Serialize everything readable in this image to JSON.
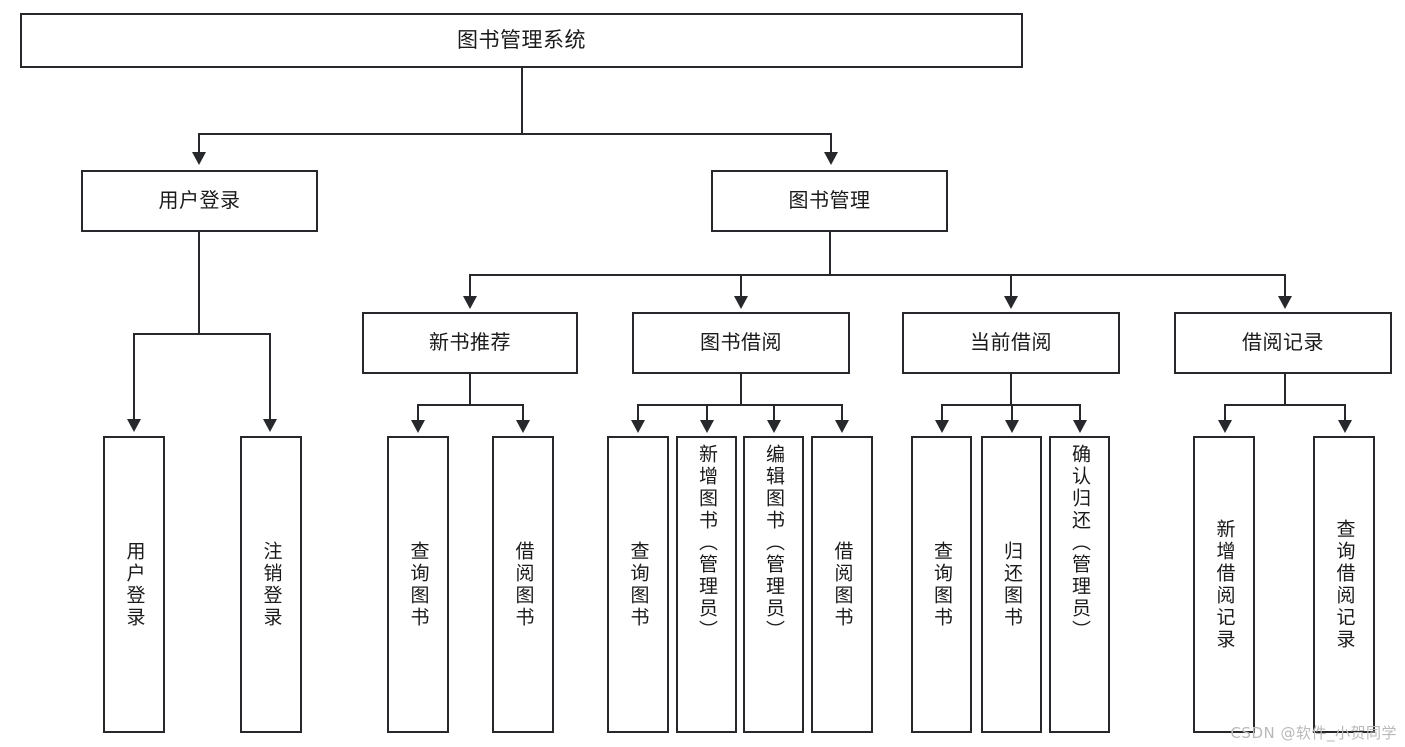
{
  "diagram": {
    "title": "图书管理系统",
    "type": "tree-hierarchy-diagram",
    "root": {
      "label": "图书管理系统"
    },
    "level1": [
      {
        "label": "用户登录"
      },
      {
        "label": "图书管理"
      }
    ],
    "level2": [
      {
        "label": "新书推荐"
      },
      {
        "label": "图书借阅"
      },
      {
        "label": "当前借阅"
      },
      {
        "label": "借阅记录"
      }
    ],
    "leaves": {
      "user_login": [
        {
          "label": "用户登录"
        },
        {
          "label": "注销登录"
        }
      ],
      "new_book_recommend": [
        {
          "label": "查询图书"
        },
        {
          "label": "借阅图书"
        }
      ],
      "book_borrow": [
        {
          "label": "查询图书"
        },
        {
          "label": "新增图书（管理员）"
        },
        {
          "label": "编辑图书（管理员）"
        },
        {
          "label": "借阅图书"
        }
      ],
      "current_borrow": [
        {
          "label": "查询图书"
        },
        {
          "label": "归还图书"
        },
        {
          "label": "确认归还（管理员）"
        }
      ],
      "borrow_record": [
        {
          "label": "新增借阅记录"
        },
        {
          "label": "查询借阅记录"
        }
      ]
    }
  },
  "watermark": {
    "text": "CSDN @软件_小贺同学"
  },
  "colors": {
    "stroke": "#26282b",
    "text": "#1a1a1a",
    "background": "#ffffff",
    "watermark": "#b9b9b9"
  }
}
